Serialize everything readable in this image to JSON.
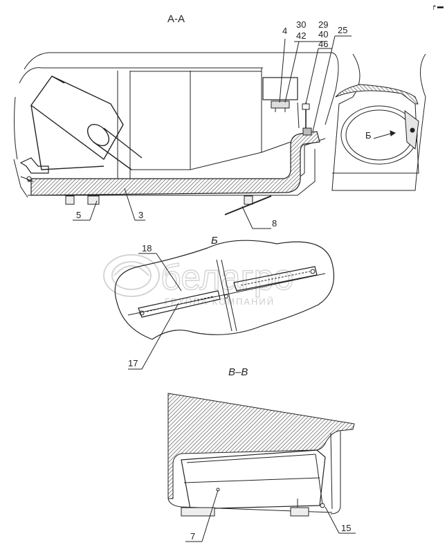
{
  "sections": {
    "aa": "А-А",
    "b": "Б",
    "vv": "В–В"
  },
  "callouts": {
    "c4": "4",
    "c30": "30",
    "c42": "42",
    "c29": "29",
    "c40": "40",
    "c46": "46",
    "c25": "25",
    "c5": "5",
    "c3": "3",
    "c8": "8",
    "c18": "18",
    "c17": "17",
    "c7": "7",
    "c15": "15"
  },
  "view_marker": "Б",
  "corner_mark": "┍ ▬",
  "watermark": {
    "name": "белагро",
    "tagline": "ГРУППА КОМПАНИЙ"
  },
  "colors": {
    "line": "#222222",
    "hatch": "#444444",
    "watermark": "#cfcfcf"
  }
}
